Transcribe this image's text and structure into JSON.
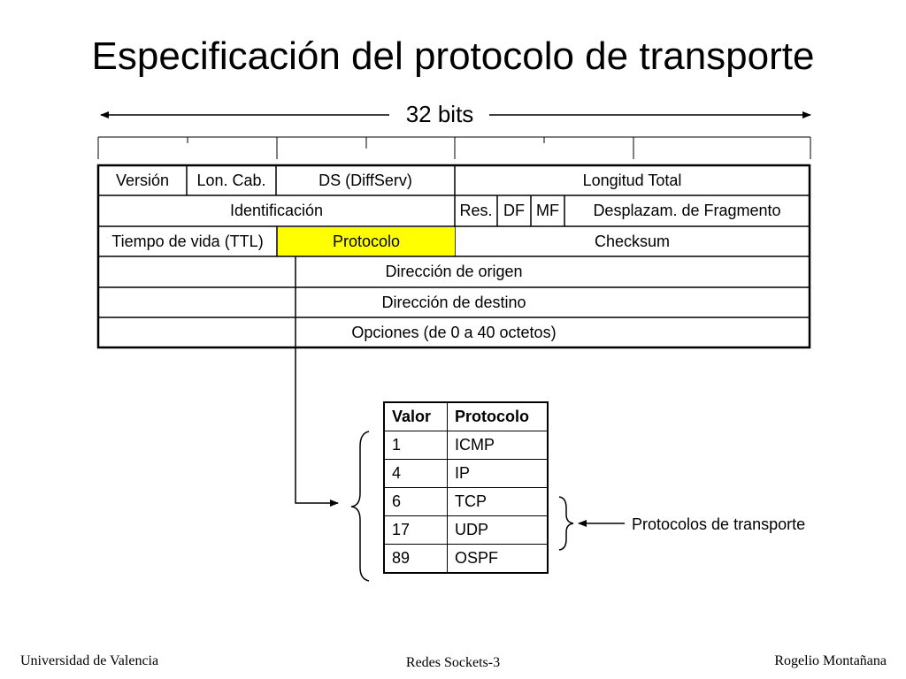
{
  "title": "Especificación del protocolo de transporte",
  "bits_label": "32 bits",
  "header": {
    "row1": [
      "Versión",
      "Lon. Cab.",
      "DS (DiffServ)",
      "Longitud Total"
    ],
    "row2": [
      "Identificación",
      "Res.",
      "DF",
      "MF",
      "Desplazam.  de Fragmento"
    ],
    "row3": [
      "Tiempo de vida (TTL)",
      "Protocolo",
      "Checksum"
    ],
    "row4": "Dirección de origen",
    "row5": "Dirección de destino",
    "row6": "Opciones (de 0 a 40 octetos)"
  },
  "highlight_color": "#ffff00",
  "protocol_table": {
    "headers": [
      "Valor",
      "Protocolo"
    ],
    "rows": [
      [
        "1",
        "ICMP"
      ],
      [
        "4",
        "IP"
      ],
      [
        "6",
        "TCP"
      ],
      [
        "17",
        "UDP"
      ],
      [
        "89",
        "OSPF"
      ]
    ]
  },
  "transport_label": "Protocolos de transporte",
  "footer": {
    "left": "Universidad de Valencia",
    "center": "Redes Sockets-3",
    "right": "Rogelio Montañana"
  }
}
